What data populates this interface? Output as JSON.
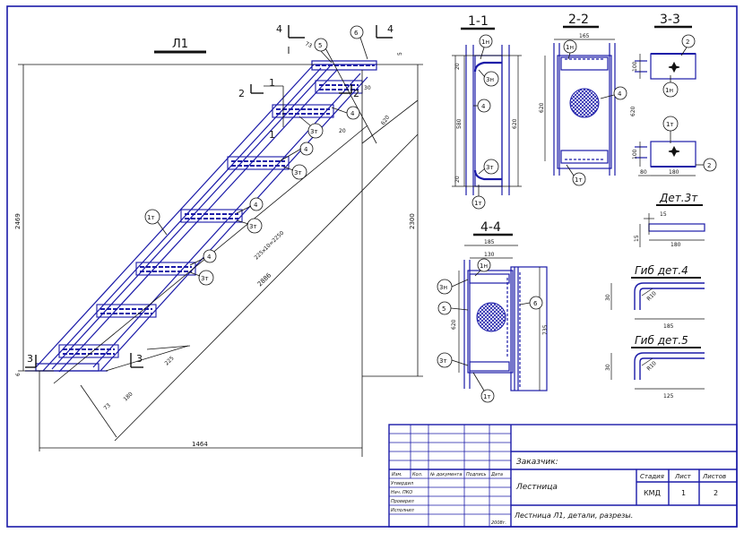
{
  "colors": {
    "ink": "#111111",
    "blue": "#1a1aa8",
    "frame": "#1a1aa8"
  },
  "views": {
    "main_title": "Л1",
    "s11": "1-1",
    "s22": "2-2",
    "s33": "3-3",
    "s44": "4-4",
    "det3t": "Дет.3т",
    "gib4": "Гиб дет.4",
    "gib5": "Гиб дет.5"
  },
  "cuts": {
    "c4": "4",
    "c2": "2",
    "c1": "1",
    "c3": "3"
  },
  "callouts": {
    "m5": "5",
    "m6": "6",
    "m4a": "4",
    "m3ta": "3т",
    "m4b": "4",
    "m3tb": "3т",
    "m4c": "4",
    "m3tc": "3т",
    "m4d": "4",
    "m3td": "3т",
    "m1t": "1т",
    "a1n": "1н",
    "a3n": "3н",
    "a4": "4",
    "a3t": "3т",
    "a1t": "1т",
    "b1n": "1н",
    "b4": "4",
    "b1t": "1т",
    "c2a": "2",
    "c1n": "1н",
    "c1t": "1т",
    "c2b": "2",
    "d1n": "1н",
    "d3n": "3н",
    "d5": "5",
    "d6": "6",
    "d3t": "3т",
    "d1t": "1т"
  },
  "dims": {
    "d73": "73",
    "d5": "5",
    "d30": "30",
    "d620": "620",
    "d20": "20",
    "d2469": "2469",
    "d2300": "2300",
    "d2250": "225х10=2250",
    "d2886": "2886",
    "d225": "225",
    "d73b": "73",
    "d180": "180",
    "d1464": "1464",
    "d6": "6",
    "a20a": "20",
    "a580": "580",
    "a620": "620",
    "a20b": "20",
    "b165": "165",
    "b620": "620",
    "c100a": "100",
    "c620": "620",
    "c100b": "100",
    "c80": "80",
    "c180": "180",
    "e185": "185",
    "e130": "130",
    "e620": "620",
    "e735": "735",
    "f15a": "15",
    "f15b": "15",
    "f180": "180",
    "g30": "30",
    "gr10": "R10",
    "g185": "185",
    "h30": "30",
    "hr10": "R10",
    "h125": "125"
  },
  "stamp": {
    "customer": "Заказчик:",
    "object": "Лестница",
    "sheet_title": "Лестница Л1, детали, разрезы.",
    "col_izm": "Изм.",
    "col_kol": "Кол.",
    "col_doc": "№ документа",
    "col_sign": "Подпись",
    "col_date": "Дата",
    "row_approve": "Утвердил",
    "row_head": "Нач. ПКО",
    "row_check": "Проверил",
    "row_exec": "Исполнил",
    "year": "2008г.",
    "stage_h": "Стадия",
    "sheet_h": "Лист",
    "sheets_h": "Листов",
    "stage": "КМД",
    "sheet": "1",
    "sheets": "2"
  }
}
